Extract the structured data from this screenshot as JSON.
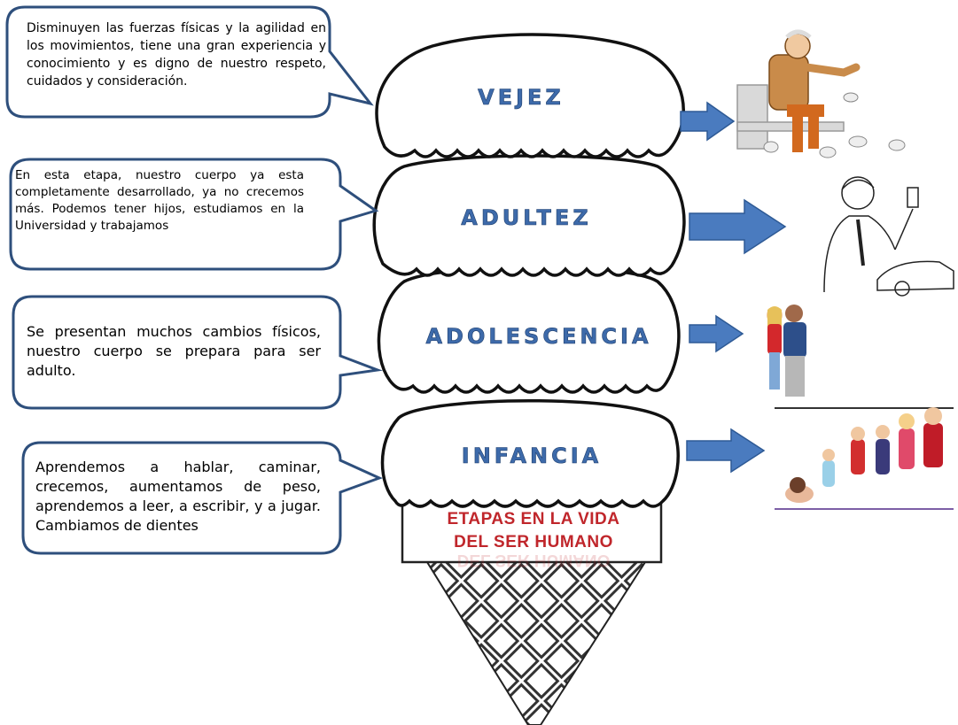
{
  "stages": [
    {
      "label": "VEJEZ",
      "description": "Disminuyen las fuerzas físicas y la agilidad en los movimientos, tiene una gran experiencia y conocimiento y es digno de nuestro respeto, cuidados y consideración.",
      "image": "elderly-man-feeding-birds"
    },
    {
      "label": "ADULTEZ",
      "description": "En esta etapa, nuestro cuerpo ya esta completamente desarrollado, ya no crecemos más. Podemos tener hijos, estudiamos en la Universidad y trabajamos",
      "image": "adult-man-with-car-keys"
    },
    {
      "label": "ADOLESCENCIA",
      "description": "Se presentan muchos cambios físicos, nuestro cuerpo se prepara para ser adulto.",
      "image": "teenagers"
    },
    {
      "label": "INFANCIA",
      "description": "Aprendemos a hablar, caminar, crecemos, aumentamos de peso, aprendemos a leer, a escribir, y a jugar. Cambiamos de dientes",
      "image": "children-running"
    }
  ],
  "title": {
    "line1": "ETAPAS EN LA VIDA",
    "line2": "DEL SER HUMANO"
  },
  "colors": {
    "label": "#3d6aaa",
    "arrow": "#4a7bbf",
    "bubble_border": "#2e4f7c",
    "title": "#c0262b"
  }
}
